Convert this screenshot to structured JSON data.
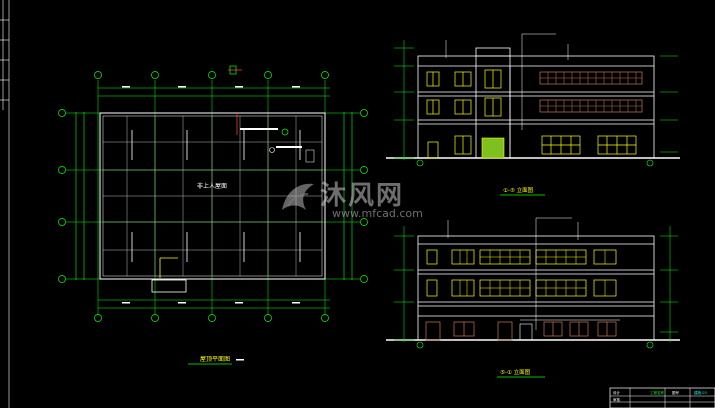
{
  "drawing": {
    "sheet_title_plan": "屋顶平面图",
    "sheet_title_elev_1": "①-⑤ 立面图",
    "sheet_title_elev_2": "⑤-① 立面图",
    "plan_center_label": "非上人屋面",
    "title_block": [
      "设计",
      "审核",
      "工程名称",
      "图号",
      "建施-03"
    ]
  },
  "watermark": {
    "chinese": "沐风网",
    "url": "www.mfcad.com",
    "logo": "mfcad-logo-icon"
  },
  "colors": {
    "background": "#000000",
    "line_white": "#ffffff",
    "line_green": "#00ff00",
    "line_yellow": "#ffff00",
    "line_cyan": "#00ffff",
    "line_red": "#ff3333",
    "line_brown": "#c87850",
    "line_gray": "#9a9a9a"
  }
}
